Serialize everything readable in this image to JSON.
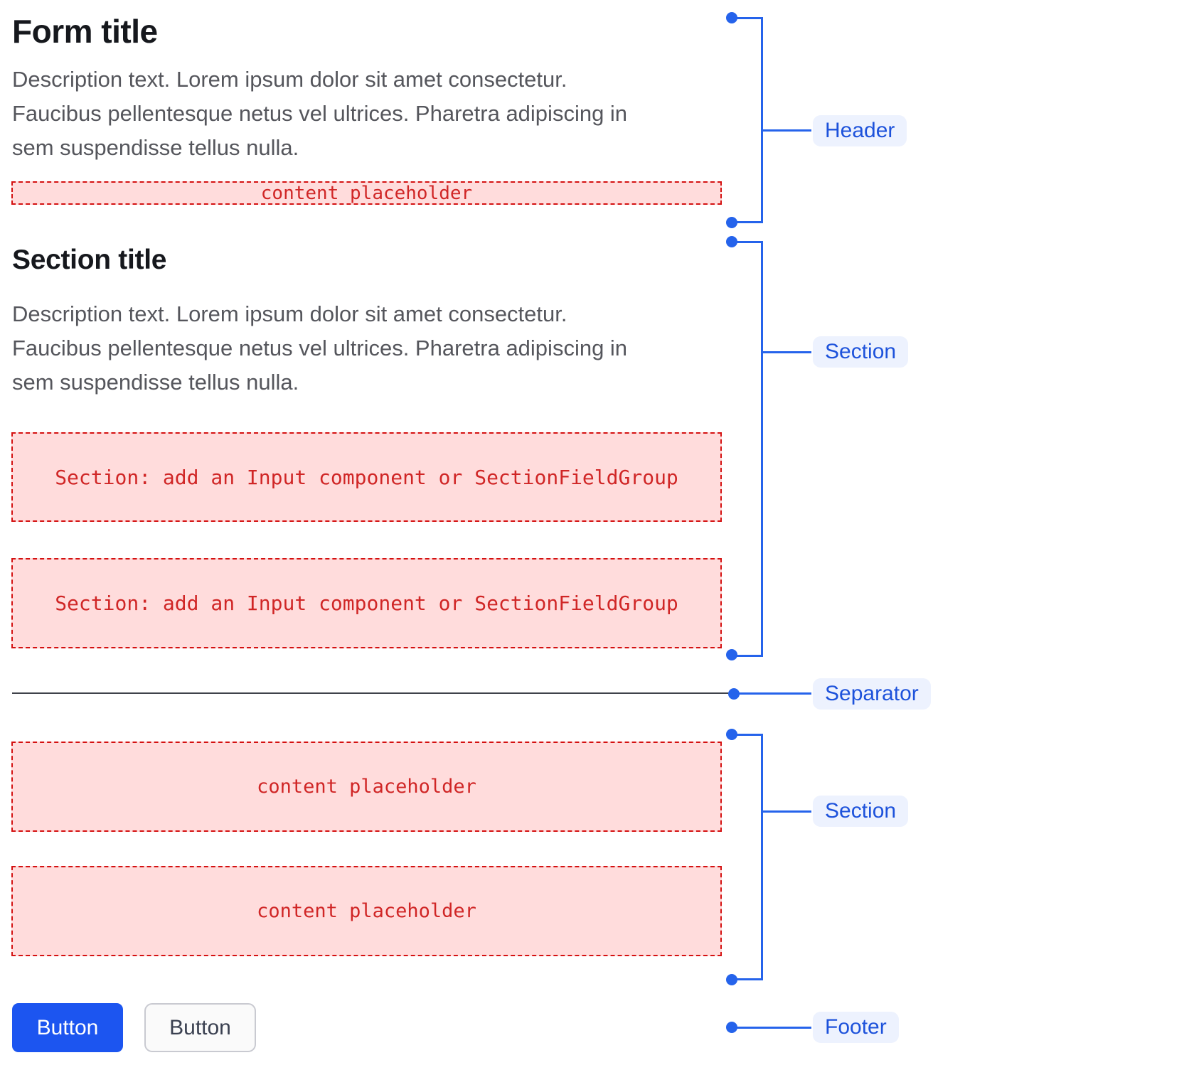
{
  "form": {
    "title": "Form title",
    "description_lines": [
      "Description text. Lorem ipsum dolor sit amet consectetur.",
      "Faucibus pellentesque netus vel ultrices. Pharetra adipiscing in",
      "sem suspendisse tellus nulla."
    ],
    "header_placeholder": "content placeholder",
    "section": {
      "title": "Section title",
      "description_lines": [
        "Description text. Lorem ipsum dolor sit amet consectetur.",
        "Faucibus pellentesque netus vel ultrices. Pharetra adipiscing in",
        "sem suspendisse tellus nulla."
      ],
      "field_placeholder_1": "Section: add an Input component or SectionFieldGroup",
      "field_placeholder_2": "Section: add an Input component or SectionFieldGroup"
    },
    "section2": {
      "content_placeholder_1": "content placeholder",
      "content_placeholder_2": "content placeholder"
    },
    "footer": {
      "primary_button_label": "Button",
      "secondary_button_label": "Button"
    }
  },
  "annotations": {
    "header_label": "Header",
    "section1_label": "Section",
    "separator_label": "Separator",
    "section2_label": "Section",
    "footer_label": "Footer"
  },
  "colors": {
    "annotation_blue": "#2563eb",
    "annotation_pill_bg": "#edf2fe",
    "annotation_pill_text": "#1d52db",
    "placeholder_bg": "#ffdcdc",
    "placeholder_border": "#d41111",
    "placeholder_text": "#d02626",
    "primary_button_bg": "#1c55f0",
    "primary_button_text": "#ffffff",
    "secondary_button_bg": "#fafafa",
    "secondary_button_border": "#c9cad1",
    "secondary_button_text": "#3a4050",
    "separator_line": "#3f424a",
    "title_text": "#16181d",
    "description_text": "#55565c",
    "page_bg": "#ffffff"
  }
}
